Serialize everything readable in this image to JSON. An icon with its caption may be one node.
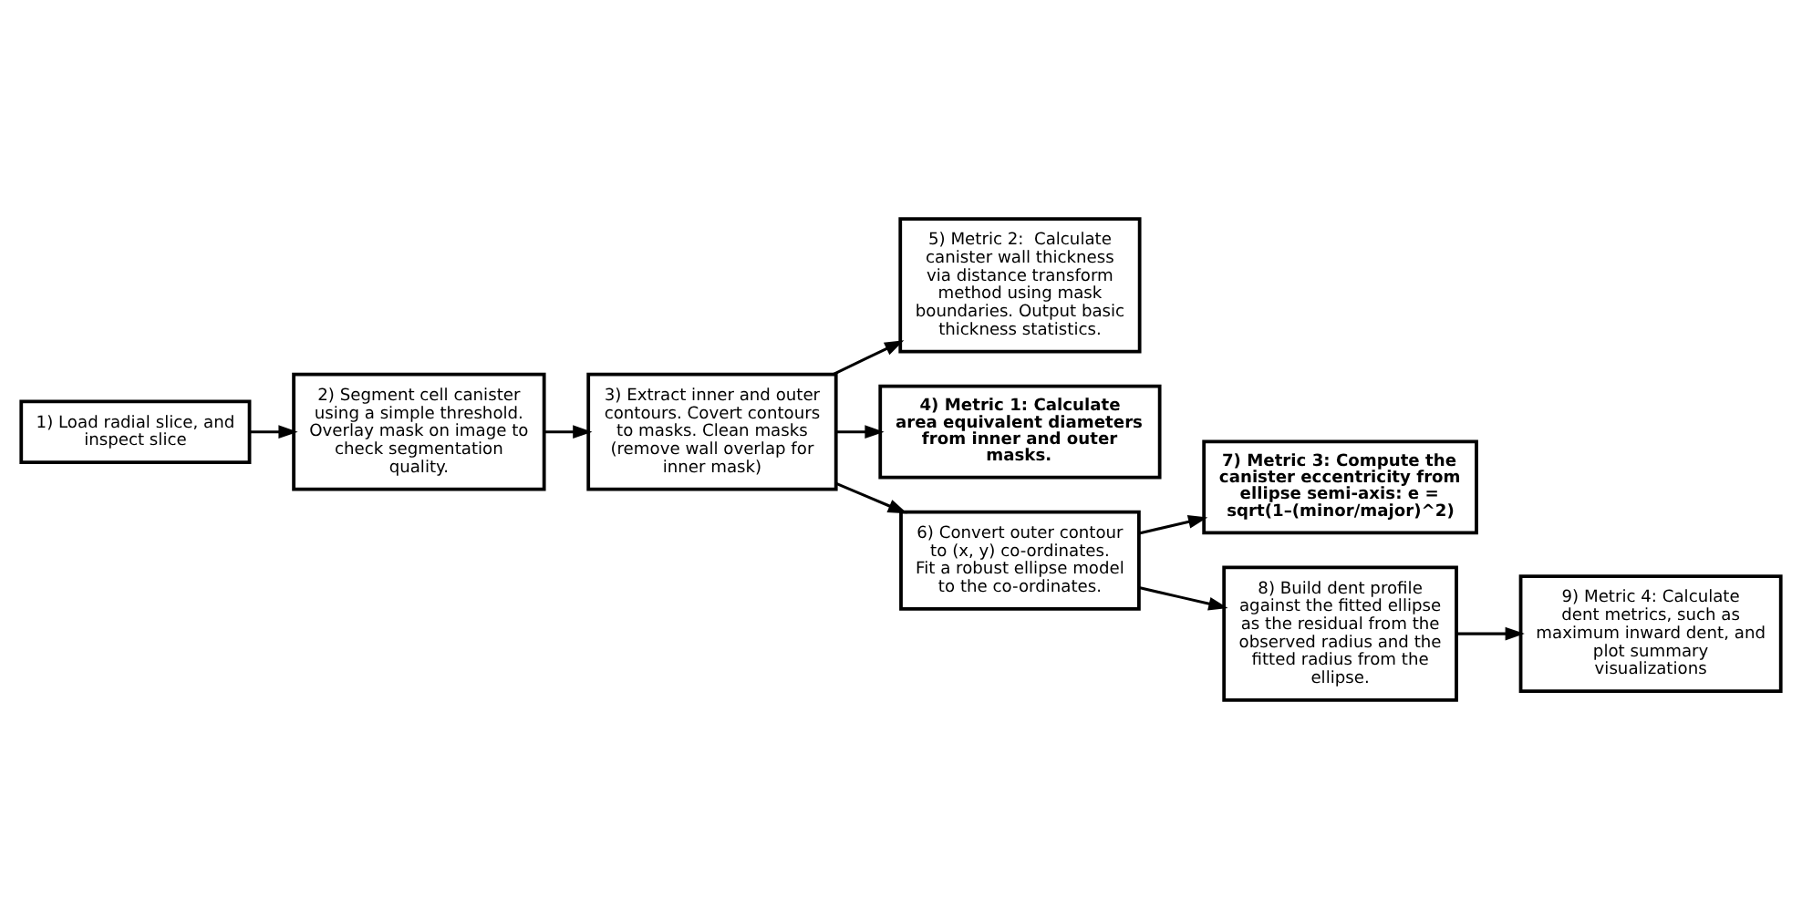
{
  "diagram": {
    "nodes": [
      {
        "text": [
          "1) Load radial slice, and inspect slice"
        ]
      },
      {
        "text": [
          "5) Metric 2:  Calculate canister wall thickness via distance transform method using mask boundaries. Output basic thickness statistics."
        ]
      },
      {
        "text": [
          "9) Metric 4: Calculate dent metrics, such as maximum inward dent, and plot summary visualizations"
        ]
      },
      {
        "text": [
          "2) Segment cell canister using a simple threshold. Overlay mask on image to check segmentation quality."
        ]
      },
      {
        "text": [
          "4) Metric 1: Calculate area equivalent diameters from inner and outer masks."
        ]
      },
      {
        "text": [
          "7) Metric 3: Compute the canister eccentricity from ellipse semi-axis: e = sqrt(1–(minor/major)^2)"
        ]
      },
      {
        "text": [
          "8) Build dent profile against the fitted ellipse as the residual from the observed radius and the fitted radius from the ellipse."
        ]
      },
      {
        "text": [
          "3) Extract inner and outer contours. Covert contours to masks. Clean masks (remove wall overlap for inner mask)"
        ]
      },
      {
        "text": [
          "6) Convert outer contour to (x, y) co-ordinates. Fit a robust ellipse model to the co-ordinates."
        ]
      }
    ],
    "edges": [
      {
        "from": 0,
        "to": 3,
        "arrow": "to"
      },
      {
        "from": 3,
        "to": 7,
        "arrow": "to"
      },
      {
        "from": 7,
        "to": 1,
        "arrow": "to"
      },
      {
        "from": 7,
        "to": 4,
        "arrow": "to"
      },
      {
        "from": 7,
        "to": 8,
        "arrow": "to"
      },
      {
        "from": 8,
        "to": 5,
        "arrow": "to"
      },
      {
        "from": 8,
        "to": 6,
        "arrow": "to"
      },
      {
        "from": 6,
        "to": 2,
        "arrow": "to"
      }
    ]
  }
}
